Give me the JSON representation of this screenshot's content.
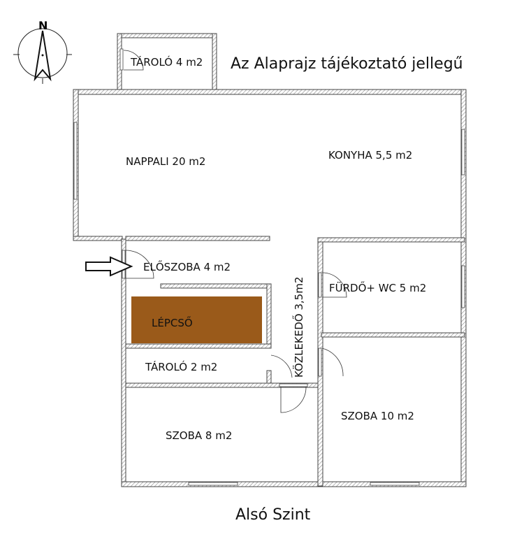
{
  "title": "Az Alaprajz tájékoztató jellegű",
  "footer": "Alsó Szint",
  "compass": "N",
  "rooms": {
    "taroloTop": "TÁROLÓ 4 m2",
    "nappali": "NAPPALI 20 m2",
    "konyha": "KONYHA 5,5 m2",
    "eloszoba": "ELŐSZOBA 4 m2",
    "lepcso": "LÉPCSŐ",
    "kozlekedo": "KÖZLEKEDŐ 3,5m2",
    "furdo": "FÜRDŐ+ WC 5 m2",
    "tarolo2": "TÁROLÓ 2 m2",
    "szoba8": "SZOBA 8 m2",
    "szoba10": "SZOBA 10 m2"
  },
  "colors": {
    "stair": "#9a5a1a"
  }
}
